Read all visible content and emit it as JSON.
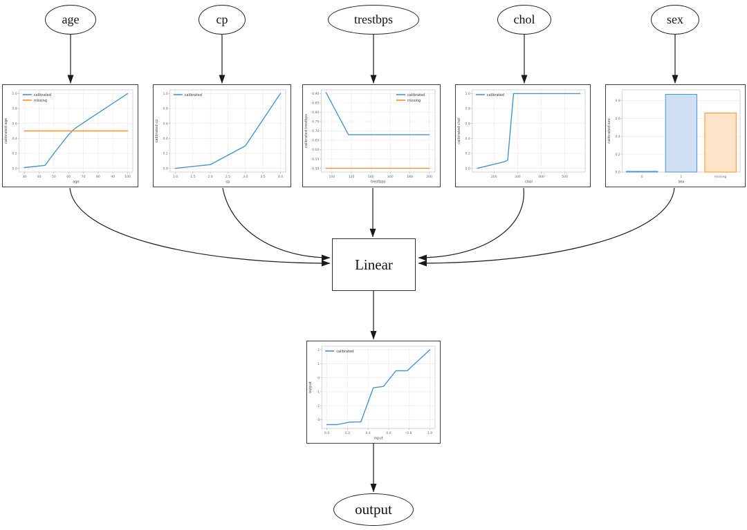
{
  "diagram": {
    "inputs": [
      {
        "id": "age",
        "label": "age"
      },
      {
        "id": "cp",
        "label": "cp"
      },
      {
        "id": "trestbps",
        "label": "trestbps"
      },
      {
        "id": "chol",
        "label": "chol"
      },
      {
        "id": "sex",
        "label": "sex"
      }
    ],
    "combiner_label": "Linear",
    "output_label": "output"
  },
  "colors": {
    "calibrated": "#4494d2",
    "missing": "#ff8d27",
    "calibrated_fill": "#cfe0f2",
    "missing_fill": "#fde3c7",
    "edge": "#1a1a1a",
    "node_border": "#2e2e2e"
  },
  "chart_data": [
    {
      "type": "line",
      "xlabel": "age",
      "ylabel": "calibrated age",
      "xlim": [
        26.5,
        103.5
      ],
      "ylim": [
        -0.05,
        1.05
      ],
      "xticks": [
        30,
        40,
        50,
        60,
        70,
        80,
        90,
        100
      ],
      "xtick_labels": [
        "30",
        "40",
        "50",
        "60",
        "70",
        "80",
        "90",
        "100"
      ],
      "yticks": [
        0,
        0.2,
        0.4,
        0.6,
        0.8,
        1
      ],
      "ytick_labels": [
        "0.0",
        "0.2",
        "0.4",
        "0.6",
        "0.8",
        "1.0"
      ],
      "legend": {
        "position": "top-left",
        "entries": [
          {
            "label": "calibrated",
            "color_key": "calibrated"
          },
          {
            "label": "missing",
            "color_key": "missing"
          }
        ]
      },
      "series": [
        {
          "name": "calibrated",
          "color_key": "calibrated",
          "points": [
            [
              30,
              0.01
            ],
            [
              44,
              0.04
            ],
            [
              50,
              0.2
            ],
            [
              60,
              0.45
            ],
            [
              64,
              0.53
            ],
            [
              67,
              0.57
            ],
            [
              100,
              1.0
            ]
          ]
        },
        {
          "name": "missing",
          "color_key": "missing",
          "points": [
            [
              30,
              0.5
            ],
            [
              100,
              0.5
            ]
          ]
        }
      ]
    },
    {
      "type": "line",
      "xlabel": "cp",
      "ylabel": "calibrated cp",
      "xlim": [
        0.85,
        4.15
      ],
      "ylim": [
        -0.05,
        1.05
      ],
      "xticks": [
        1,
        1.5,
        2,
        2.5,
        3,
        3.5,
        4
      ],
      "xtick_labels": [
        "1.0",
        "1.5",
        "2.0",
        "2.5",
        "3.0",
        "3.5",
        "4.0"
      ],
      "yticks": [
        0,
        0.2,
        0.4,
        0.6,
        0.8,
        1
      ],
      "ytick_labels": [
        "0.0",
        "0.2",
        "0.4",
        "0.6",
        "0.8",
        "1.0"
      ],
      "legend": {
        "position": "top-left",
        "entries": [
          {
            "label": "calibrated",
            "color_key": "calibrated"
          }
        ]
      },
      "series": [
        {
          "name": "calibrated",
          "color_key": "calibrated",
          "points": [
            [
              1,
              0.0
            ],
            [
              2,
              0.05
            ],
            [
              3,
              0.3
            ],
            [
              4,
              1.0
            ]
          ]
        }
      ]
    },
    {
      "type": "line",
      "xlabel": "trestbps",
      "ylabel": "calibrated trestbps",
      "xlim": [
        89,
        206
      ],
      "ylim": [
        0.48,
        0.92
      ],
      "xticks": [
        100,
        120,
        140,
        160,
        180,
        200
      ],
      "xtick_labels": [
        "100",
        "120",
        "140",
        "160",
        "180",
        "200"
      ],
      "yticks": [
        0.5,
        0.55,
        0.6,
        0.65,
        0.7,
        0.75,
        0.8,
        0.85,
        0.9
      ],
      "ytick_labels": [
        "0.50",
        "0.55",
        "0.60",
        "0.65",
        "0.70",
        "0.75",
        "0.80",
        "0.85",
        "0.90"
      ],
      "legend": {
        "position": "top-right",
        "entries": [
          {
            "label": "calibrated",
            "color_key": "calibrated"
          },
          {
            "label": "missing",
            "color_key": "missing"
          }
        ]
      },
      "series": [
        {
          "name": "calibrated",
          "color_key": "calibrated",
          "points": [
            [
              94,
              0.905
            ],
            [
              117,
              0.68
            ],
            [
              200,
              0.68
            ]
          ]
        },
        {
          "name": "missing",
          "color_key": "missing",
          "points": [
            [
              94,
              0.5
            ],
            [
              200,
              0.5
            ]
          ]
        }
      ]
    },
    {
      "type": "line",
      "xlabel": "chol",
      "ylabel": "calibrated chol",
      "xlim": [
        108,
        586
      ],
      "ylim": [
        -0.05,
        1.05
      ],
      "xticks": [
        200,
        300,
        400,
        500
      ],
      "xtick_labels": [
        "200",
        "300",
        "400",
        "500"
      ],
      "yticks": [
        0,
        0.2,
        0.4,
        0.6,
        0.8,
        1
      ],
      "ytick_labels": [
        "0.0",
        "0.2",
        "0.4",
        "0.6",
        "0.8",
        "1.0"
      ],
      "legend": {
        "position": "top-left",
        "entries": [
          {
            "label": "calibrated",
            "color_key": "calibrated"
          }
        ]
      },
      "series": [
        {
          "name": "calibrated",
          "color_key": "calibrated",
          "points": [
            [
              130,
              0.0
            ],
            [
              245,
              0.09
            ],
            [
              258,
              0.11
            ],
            [
              283,
              1.0
            ],
            [
              564,
              1.0
            ]
          ]
        }
      ]
    },
    {
      "type": "bar",
      "xlabel": "sex",
      "ylabel": "calibrated sex",
      "ylim": [
        0,
        0.92
      ],
      "yticks": [
        0,
        0.2,
        0.4,
        0.6,
        0.8
      ],
      "ytick_labels": [
        "0.0",
        "0.2",
        "0.4",
        "0.6",
        "0.8"
      ],
      "bars": [
        {
          "label": "0",
          "value": 0.008,
          "color_key": "calibrated"
        },
        {
          "label": "1",
          "value": 0.87,
          "color_key": "calibrated"
        },
        {
          "label": "missing",
          "value": 0.66,
          "color_key": "missing"
        }
      ]
    },
    {
      "type": "line",
      "xlabel": "input",
      "ylabel": "output",
      "xlim": [
        -0.05,
        1.05
      ],
      "ylim": [
        -3.62,
        2.25
      ],
      "xticks": [
        0,
        0.2,
        0.4,
        0.6,
        0.8,
        1
      ],
      "xtick_labels": [
        "0.0",
        "0.2",
        "0.4",
        "0.6",
        "0.8",
        "1.0"
      ],
      "yticks": [
        -3,
        -2,
        -1,
        0,
        1,
        2
      ],
      "ytick_labels": [
        "-3",
        "-2",
        "-1",
        "0",
        "1",
        "2"
      ],
      "legend": {
        "position": "top-left",
        "entries": [
          {
            "label": "calibrated",
            "color_key": "calibrated"
          }
        ]
      },
      "series": [
        {
          "name": "calibrated",
          "color_key": "calibrated",
          "points": [
            [
              0,
              -3.35
            ],
            [
              0.1,
              -3.35
            ],
            [
              0.22,
              -3.17
            ],
            [
              0.33,
              -3.15
            ],
            [
              0.45,
              -0.72
            ],
            [
              0.55,
              -0.62
            ],
            [
              0.67,
              0.5
            ],
            [
              0.78,
              0.5
            ],
            [
              1,
              2.0
            ]
          ]
        }
      ]
    }
  ]
}
